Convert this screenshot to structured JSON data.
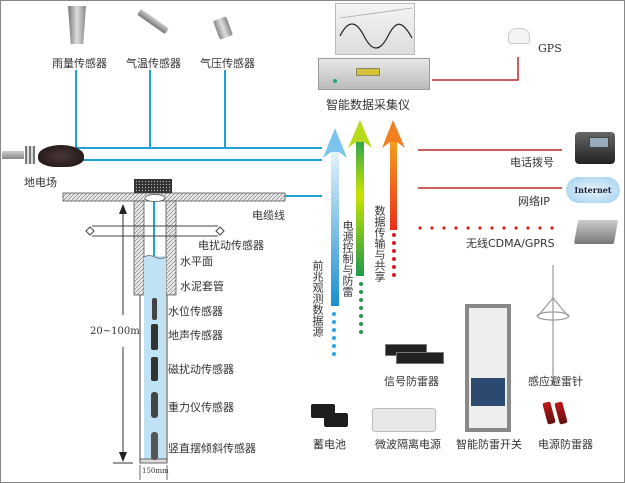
{
  "colors": {
    "cable_blue": "#1fa0d8",
    "link_red": "#c0282a",
    "arrow_blue": "#5fb4e8",
    "arrow_green": "#2ea44f",
    "arrow_yellow": "#f2e600",
    "arrow_orange": "#ef7a1a",
    "dot_blue": "#2aa6e0",
    "dot_green": "#1e9a4a",
    "dot_red": "#d81e24",
    "water": "#bfe3f5"
  },
  "top_sensors": [
    {
      "icon": "rain-gauge-sensor-icon",
      "label": "雨量传感器"
    },
    {
      "icon": "air-temperature-sensor-icon",
      "label": "气温传感器"
    },
    {
      "icon": "air-pressure-sensor-icon",
      "label": "气压传感器"
    }
  ],
  "collector": {
    "icon": "data-collector-device-icon",
    "label": "智能数据采集仪"
  },
  "gps": {
    "icon": "gps-antenna-icon",
    "label": "GPS"
  },
  "earth_field": {
    "icon": "earth-field-electrode-icon",
    "label": "地电场"
  },
  "cable_label": "电缆线",
  "borehole": {
    "labels": {
      "electric_disturbance": "电扰动传感器",
      "water_level_surface": "水平面",
      "cement_casing": "水泥套管",
      "water_level_sensor": "水位传感器",
      "geo_acoustic": "地声传感器",
      "magnetic_disturbance": "磁扰动传感器",
      "gravimeter": "重力仪传感器",
      "vertical_pendulum": "竖直摆倾斜传感器"
    },
    "depth": "20~100m",
    "diameter": "150mm"
  },
  "arrows": [
    {
      "name": "precursor-data-source",
      "label": "前兆观测数据源"
    },
    {
      "name": "power-control-lightning",
      "label": "电源控制与防雷"
    },
    {
      "name": "data-transmission-sharing",
      "label": "数据传输与共享"
    }
  ],
  "links": [
    {
      "label": "电话拨号",
      "icon": "telephone-icon"
    },
    {
      "label": "网络IP",
      "icon": "internet-cloud-icon",
      "icon_text": "Internet"
    },
    {
      "label": "无线CDMA/GPRS",
      "icon": "wireless-modem-icon"
    }
  ],
  "equipment": {
    "signal_surge": "信号防雷器",
    "lightning_rod": "感应避雷针",
    "battery": "蓄电池",
    "microwave_isolation_power": "微波隔离电源",
    "smart_lightning_switch": "智能防雷开关",
    "power_surge": "电源防雷器"
  }
}
